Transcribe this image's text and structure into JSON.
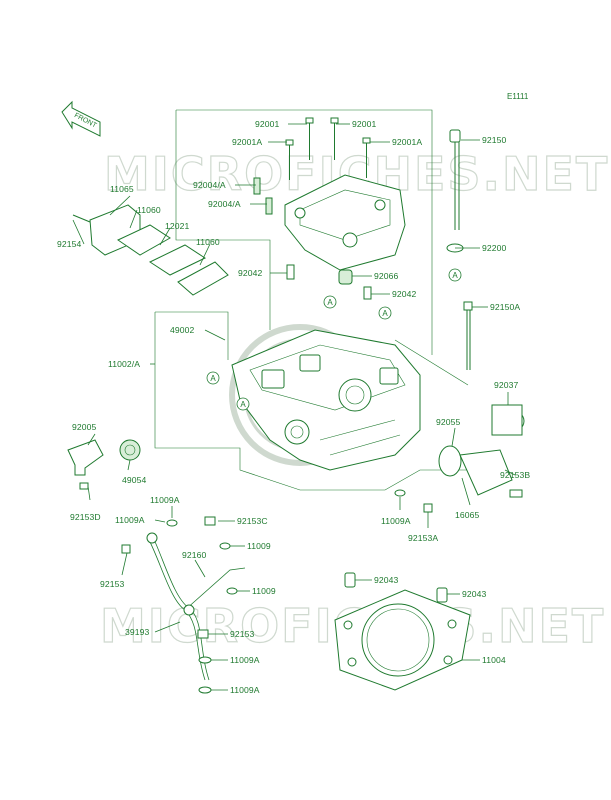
{
  "diagram_code": "E1111",
  "front_arrow_label": "FRONT",
  "watermark_text": "MICROFICHES.NET",
  "ref_marker": "A",
  "colors": {
    "ink": "#1f7a2f",
    "watermark": "#cfd9cf",
    "background": "#ffffff"
  },
  "labels": {
    "l92001_left": "92001",
    "l92001_right": "92001",
    "l92001A_left": "92001A",
    "l92001A_right": "92001A",
    "l92150": "92150",
    "l11065": "11065",
    "l92004A_1": "92004/A",
    "l92004A_2": "92004/A",
    "l11060_1": "11060",
    "l12021": "12021",
    "l11060_2": "11060",
    "l92154": "92154",
    "l92200": "92200",
    "l92042_1": "92042",
    "l92066": "92066",
    "l92042_2": "92042",
    "l92150A": "92150A",
    "l49002": "49002",
    "l11002A": "11002/A",
    "l92037": "92037",
    "l92005": "92005",
    "l92055": "92055",
    "l49054": "49054",
    "l92153B": "92153B",
    "l92153D": "92153D",
    "l11009A_1": "11009A",
    "l11009A_2": "11009A",
    "l92153C": "92153C",
    "l11009A_3": "11009A",
    "l16065": "16065",
    "l92153A": "92153A",
    "l11009_1": "11009",
    "l92153": "92153",
    "l92160": "92160",
    "l11009_2": "11009",
    "l92043_1": "92043",
    "l92043_2": "92043",
    "l39193": "39193",
    "l92153_2": "92153",
    "l11009A_4": "11009A",
    "l11004": "11004",
    "l11009A_5": "11009A"
  }
}
